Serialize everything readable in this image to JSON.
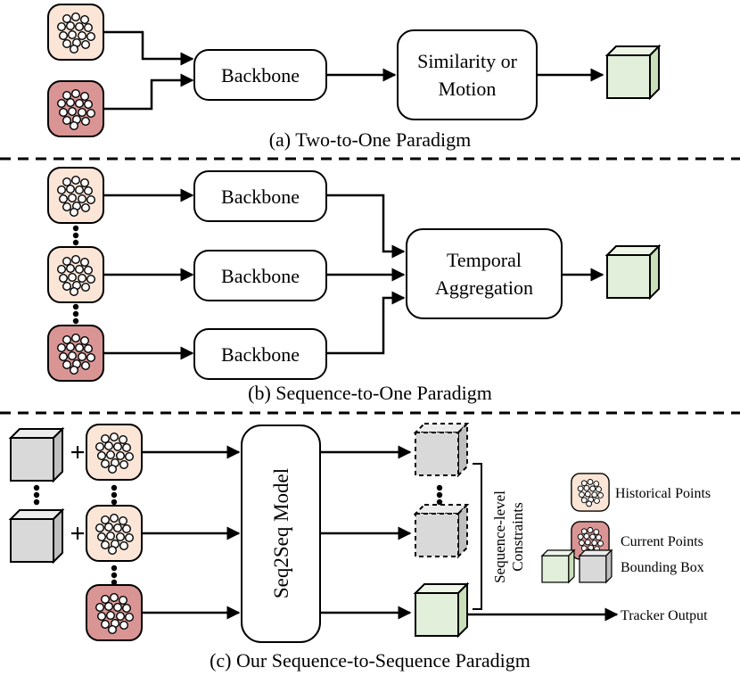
{
  "panel_a": {
    "backbone": "Backbone",
    "head_line1": "Similarity or",
    "head_line2": "Motion",
    "caption": "(a) Two-to-One Paradigm"
  },
  "panel_b": {
    "backbone_1": "Backbone",
    "backbone_2": "Backbone",
    "backbone_3": "Backbone",
    "head_line1": "Temporal",
    "head_line2": "Aggregation",
    "caption": "(b) Sequence-to-One Paradigm"
  },
  "panel_c": {
    "model": "Seq2Seq Model",
    "constraints_line1": "Sequence-level",
    "constraints_line2": "Constraints",
    "output": "Tracker Output",
    "plus": "+",
    "caption": "(c) Our Sequence-to-Sequence Paradigm"
  },
  "legend": {
    "historical": "Historical Points",
    "current": "Current Points",
    "bbox": "Bounding Box"
  },
  "colors": {
    "historical_fill": "#fbe5d6",
    "current_fill": "#d99594",
    "box_green": "#e2efda",
    "box_gray": "#d9d9d9"
  }
}
